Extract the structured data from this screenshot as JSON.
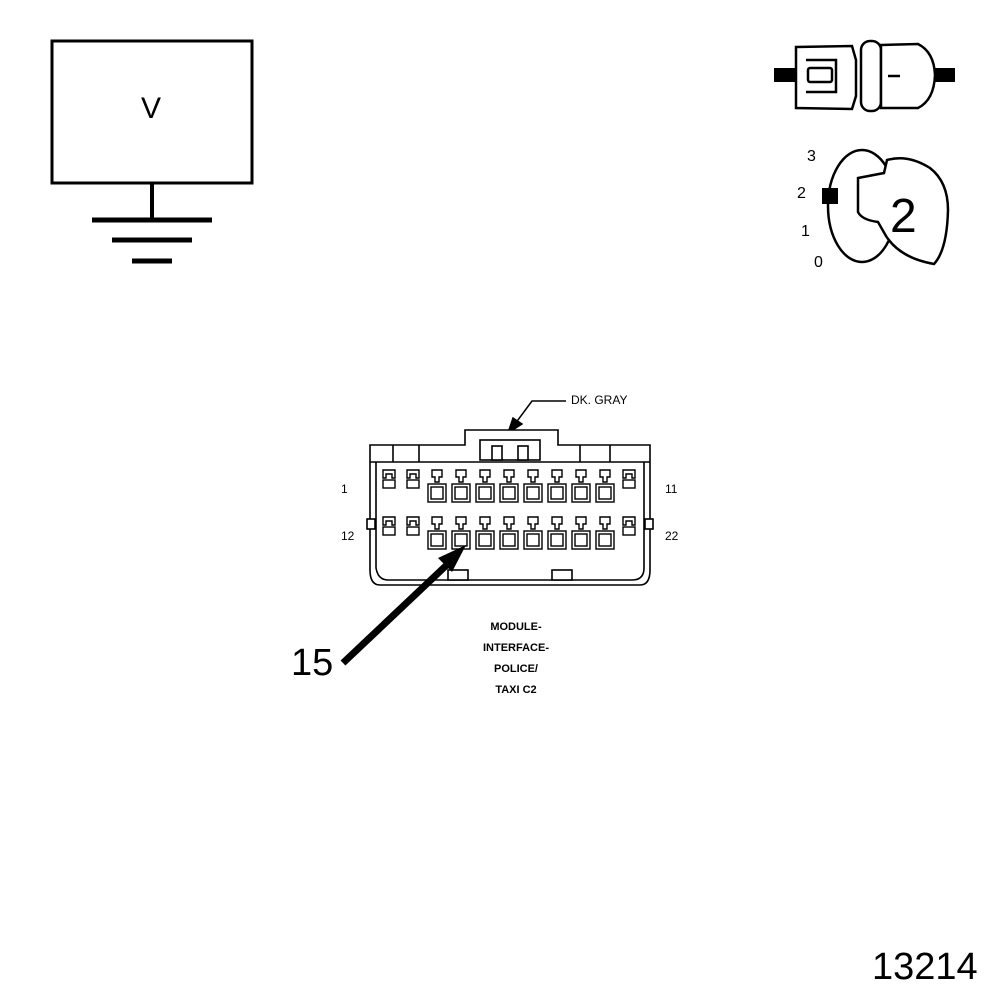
{
  "meter": {
    "symbol": "V",
    "icon": "voltmeter-ground-icon"
  },
  "ignition": {
    "positions": [
      "3",
      "2",
      "1",
      "0"
    ],
    "selected_position": "2",
    "key_number": "2"
  },
  "connector": {
    "wire_color": "DK. GRAY",
    "pin_labels": {
      "top_left": "1",
      "top_right": "11",
      "bottom_left": "12",
      "bottom_right": "22"
    },
    "name_lines": [
      "MODULE-",
      "INTERFACE-",
      "POLICE/",
      "TAXI C2"
    ],
    "rows": 2,
    "pins_per_row": 11,
    "probed_pin": 15
  },
  "callout": {
    "label": "15"
  },
  "figure_number": "13214"
}
